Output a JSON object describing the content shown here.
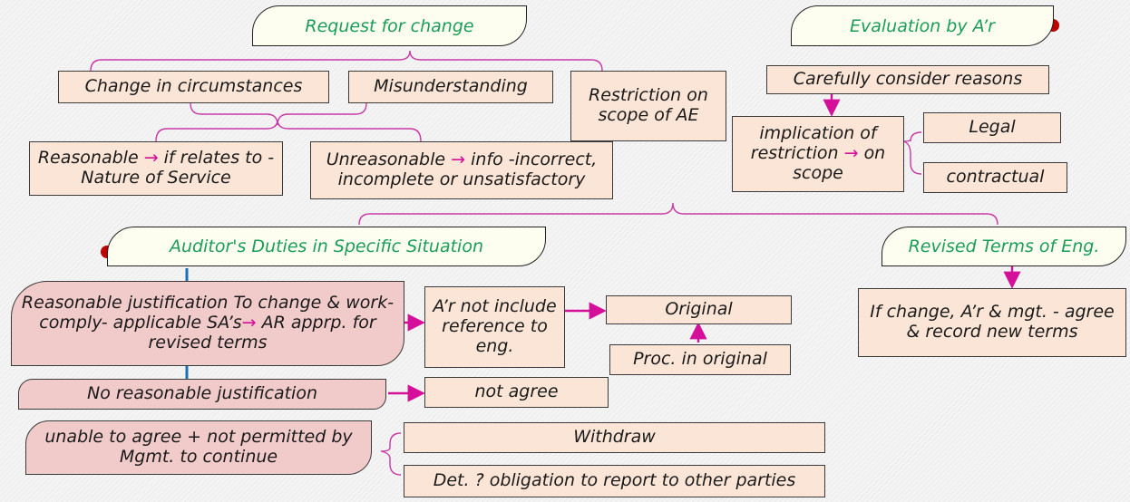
{
  "headers": {
    "request_for_change": "Request for change",
    "evaluation": "Evaluation by A’r",
    "auditors_duties": "Auditor's Duties in Specific Situation",
    "revised_terms": "Revised Terms of Eng."
  },
  "reasons": {
    "change_in_circumstances": "Change in circumstances",
    "misunderstanding": "Misunderstanding",
    "restriction_scope": "Restriction on scope of AE",
    "reasonable_prefix": "Reasonable",
    "reasonable_suffix": "if relates to - Nature of Service",
    "unreasonable_prefix": "Unreasonable",
    "unreasonable_suffix": "info -incorrect, incomplete or unsatisfactory"
  },
  "evaluation_items": {
    "carefully_consider": "Carefully consider reasons",
    "implication_prefix": "implication of restriction",
    "implication_suffix": "on scope",
    "legal": "Legal",
    "contractual": "contractual"
  },
  "duties": {
    "reasonable_justification_prefix": "Reasonable justification To change & work-comply- applicable SA’s",
    "reasonable_justification_suffix": "AR apprp. for revised terms",
    "not_include_reference": "A’r not include reference to eng.",
    "original": "Original",
    "proc_in_original": "Proc. in original",
    "no_reasonable_justification": "No reasonable justification",
    "not_agree": "not agree",
    "unable_to_agree": "unable to agree + not permitted by Mgmt. to continue",
    "withdraw": "Withdraw",
    "det_obligation": "Det. ? obligation to report to other parties"
  },
  "revised": {
    "if_change": "If change, A’r & mgt. - agree & record new terms"
  },
  "arrow_glyph": "→",
  "colors": {
    "accent": "#d4109a",
    "header_text": "#1a9e5a",
    "box_fill": "#fbe5d6",
    "pink_fill": "#f1caca",
    "spine": "#1f6fb5",
    "dot": "#c00000"
  }
}
